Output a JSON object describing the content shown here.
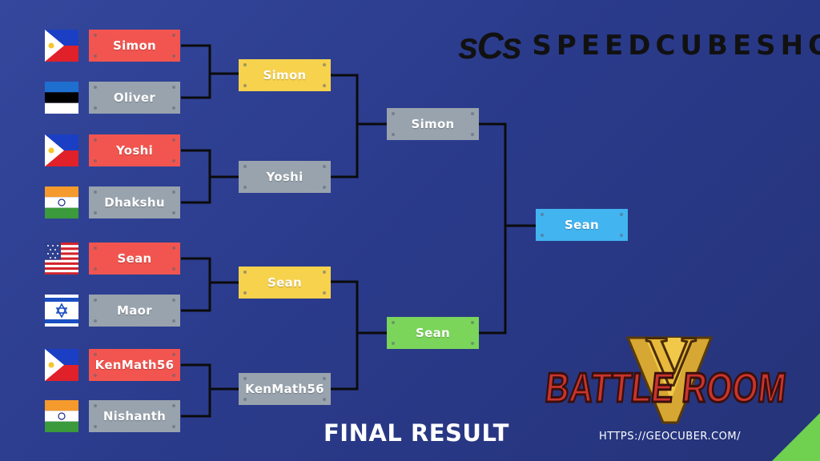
{
  "round1": [
    {
      "name": "Simon",
      "flag": "philippines",
      "result": "win"
    },
    {
      "name": "Oliver",
      "flag": "estonia",
      "result": "loss"
    },
    {
      "name": "Yoshi",
      "flag": "philippines",
      "result": "win"
    },
    {
      "name": "Dhakshu",
      "flag": "india",
      "result": "loss"
    },
    {
      "name": "Sean",
      "flag": "usa",
      "result": "win"
    },
    {
      "name": "Maor",
      "flag": "israel",
      "result": "loss"
    },
    {
      "name": "KenMath56",
      "flag": "philippines",
      "result": "win"
    },
    {
      "name": "Nishanth",
      "flag": "india",
      "result": "loss"
    }
  ],
  "round2": [
    "Simon",
    "Yoshi",
    "Sean",
    "KenMath56"
  ],
  "semifinal": [
    "Simon",
    "Sean"
  ],
  "champion": "Sean",
  "brand": {
    "mark": "sCs",
    "word": "SPEEDCUBESHOP"
  },
  "event_logo": {
    "text": "BATTLE ROOM",
    "numeral": "V"
  },
  "footer": {
    "title": "FINAL RESULT",
    "url": "HTTPS://GEOCUBER.COM/"
  },
  "colors": {
    "winner": "#f2554f",
    "loser": "#98a3ad",
    "qualified": "#f7d24d",
    "finalist": "#7bd55a",
    "champion": "#42b4f0",
    "background": "#2f4093"
  }
}
